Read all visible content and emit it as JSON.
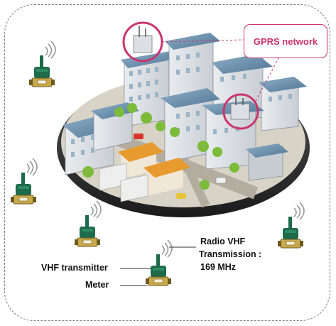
{
  "gprs_label": "GPRS network",
  "radio_label_line1": "Radio VHF",
  "radio_label_line2": "Transmission :",
  "radio_label_line3": "169 MHz",
  "vhf_transmitter_label": "VHF transmitter",
  "meter_label": "Meter",
  "colors": {
    "accent": "#c9356e",
    "meter_green": "#1e6b4c",
    "meter_brass": "#c9a94a",
    "island_dark": "#2e2e2e",
    "roof_blue": "#6f93b0",
    "tree_green": "#7dbb3a"
  }
}
